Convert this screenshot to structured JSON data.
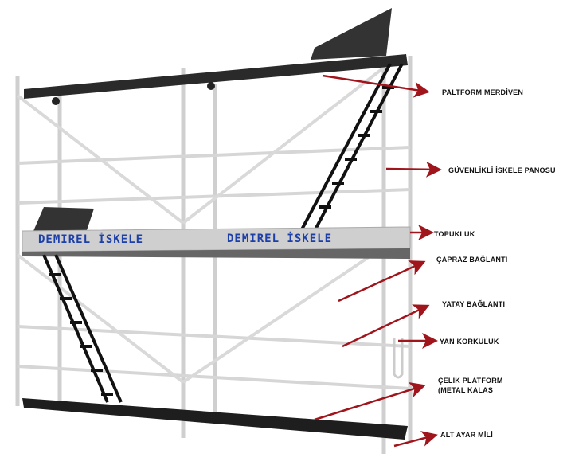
{
  "title": "Scaffold components diagram",
  "brand_text": "DEMIREL İSKELE",
  "colors": {
    "arrow": "#a0141c",
    "frame": "#d8d8d8",
    "deck": "#2a2a2a",
    "brand": "#1d3fa8"
  },
  "labels": [
    {
      "id": "platform-ladder",
      "text": "PALTFORM MERDİVEN"
    },
    {
      "id": "safety-panel",
      "text": "GÜVENLİKLİ İSKELE PANOSU"
    },
    {
      "id": "toe-board",
      "text": "TOPUKLUK"
    },
    {
      "id": "cross-brace",
      "text": "ÇAPRAZ BAĞLANTI"
    },
    {
      "id": "horizontal-brace",
      "text": "YATAY BAĞLANTI"
    },
    {
      "id": "side-guardrail",
      "text": "YAN KORKULUK"
    },
    {
      "id": "steel-platform",
      "text": "ÇELİK PLATFORM",
      "text2": "(METAL KALAS"
    },
    {
      "id": "base-jack",
      "text": "ALT AYAR MİLİ"
    }
  ]
}
